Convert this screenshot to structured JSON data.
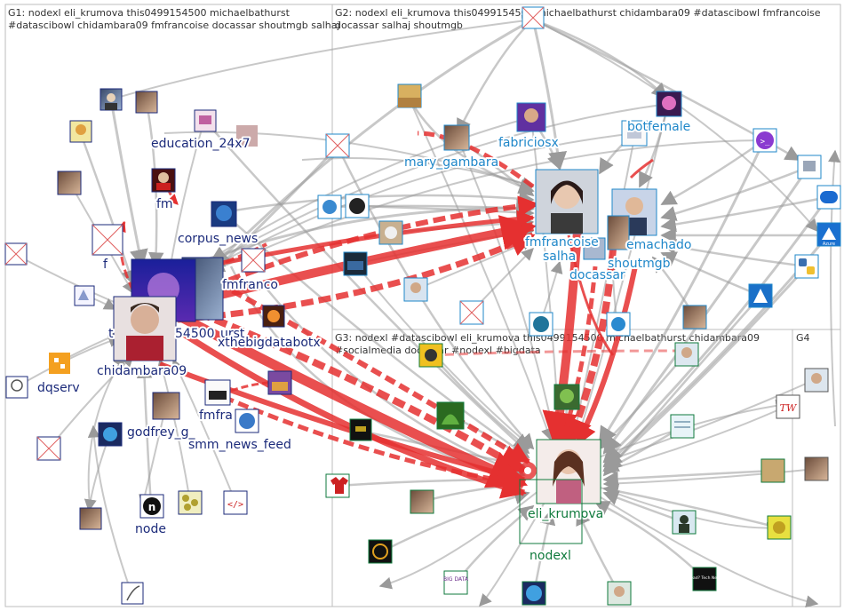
{
  "colors": {
    "edge_grey": "#9a9a9a",
    "edge_red": "#e53030",
    "group_border": "#bdbdbd",
    "g1_label": "#1b2a7a",
    "g2_label": "#1f87c9",
    "g3_label": "#0f7a3c"
  },
  "groups": [
    {
      "id": "G1",
      "title_line1": "G1: nodexl eli_krumova this0499154500 michaelbathurst",
      "title_line2": "#datascibowl chidambara09 fmfrancoise docassar shoutmgb salhaj"
    },
    {
      "id": "G2",
      "title_line1": "G2: nodexl eli_krumova this0499154500 michaelbathurst chidambara09 #datascibowl fmfrancoise",
      "title_line2": "docassar salhaj shoutmgb"
    },
    {
      "id": "G3",
      "title_line1": "G3: nodexl #datascibowl eli_krumova this0499154500 michaelbathurst chidambara09",
      "title_line2": "#socialmedia docassar #nodexl #bigdata"
    },
    {
      "id": "G4",
      "title_line1": "G4",
      "title_line2": ""
    }
  ],
  "labels": {
    "education": "education_24x7",
    "fm": "fm",
    "corpus_news": "corpus_news",
    "f": "f",
    "fmfranco": "fmfranco",
    "t": "t",
    "n54500": "54500",
    "urst": "urst",
    "xthebigdatabotx": "xthebigdatabotx",
    "chidambara09": "chidambara09",
    "dqserv": "dqserv",
    "fmfra": "fmfra",
    "godfrey": "godfrey_g_",
    "smm_news_feed": "smm_news_feed",
    "node": "node",
    "mary_gambara": "mary_gambara",
    "fabriciosx": "fabriciosx",
    "botfemale": "botfemale",
    "fmfrancoise": "fmfrancoise",
    "salha": "salha",
    "emachado": "emachado",
    "shoutmgb": "shoutmgb",
    "docassar": "docassar",
    "eli_krumova": "eli_krumova",
    "nodexl": "nodexl"
  },
  "icon_text": {
    "tw": "TW",
    "big_data": "BIG DATA",
    "azure": "Azure",
    "read_tech": "Read? Tech Nerd"
  }
}
